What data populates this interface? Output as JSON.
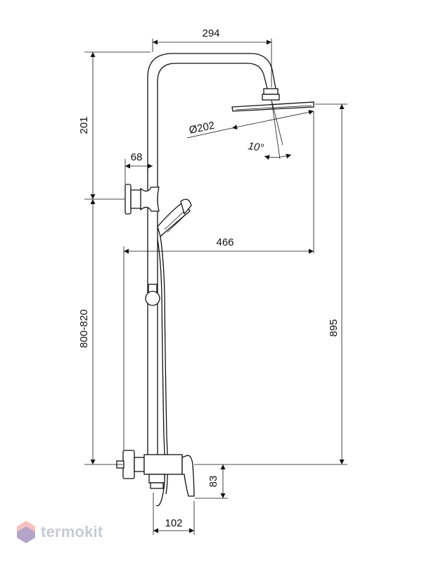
{
  "dimensions": {
    "arm_reach": "294",
    "arm_height": "201",
    "bracket_offset": "68",
    "head_diameter": "Ø202",
    "head_angle": "10°",
    "overall_reach": "466",
    "mixer_height": "800-820",
    "total_height": "895",
    "spout_drop": "83",
    "mixer_depth": "102"
  },
  "brand": {
    "name": "termokit",
    "colors": {
      "logo_blue": "#3b6fd6",
      "logo_red": "#e04a4a",
      "logo_text": "#c9cbd2"
    }
  }
}
